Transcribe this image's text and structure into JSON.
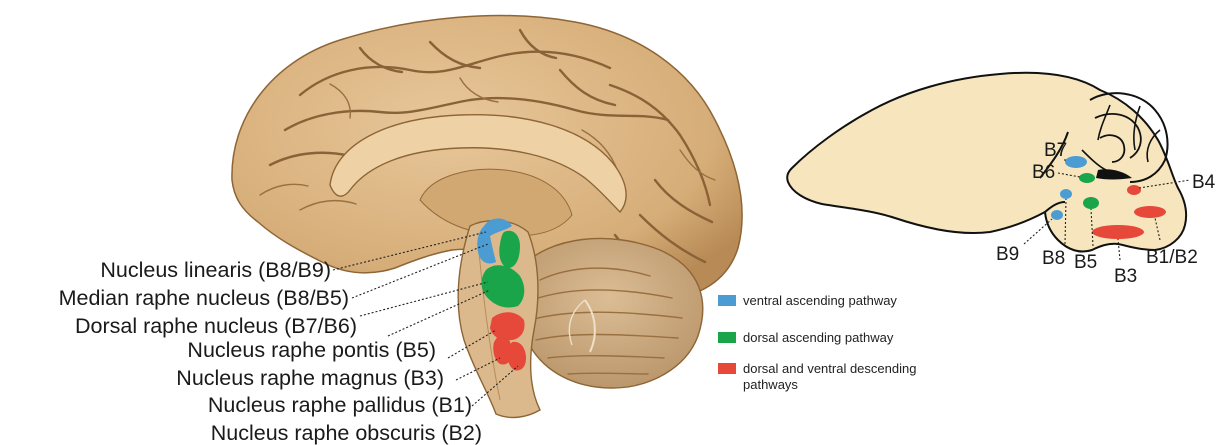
{
  "colors": {
    "ventral_ascending": "#4b9cd3",
    "dorsal_ascending": "#1aa54a",
    "descending": "#e6483a",
    "human_brain": "#dcb684",
    "rat_brain": "#f7e6bd"
  },
  "human_labels": [
    "Nucleus linearis (B8/B9)",
    "Median raphe nucleus (B8/B5)",
    "Dorsal raphe nucleus (B7/B6)",
    "Nucleus raphe pontis (B5)",
    "Nucleus raphe magnus (B3)",
    "Nucleus raphe pallidus (B1)",
    "Nucleus raphe obscuris (B2)"
  ],
  "rat_labels": {
    "b7": "B7",
    "b6": "B6",
    "b4": "B4",
    "b9": "B9",
    "b8": "B8",
    "b5": "B5",
    "b3": "B3",
    "b1b2": "B1/B2"
  },
  "legend": [
    {
      "label": "ventral ascending pathway",
      "color_key": "ventral_ascending"
    },
    {
      "label": "dorsal ascending pathway",
      "color_key": "dorsal_ascending"
    },
    {
      "label_lines": [
        "dorsal and ventral descending",
        "pathways"
      ],
      "color_key": "descending"
    }
  ]
}
